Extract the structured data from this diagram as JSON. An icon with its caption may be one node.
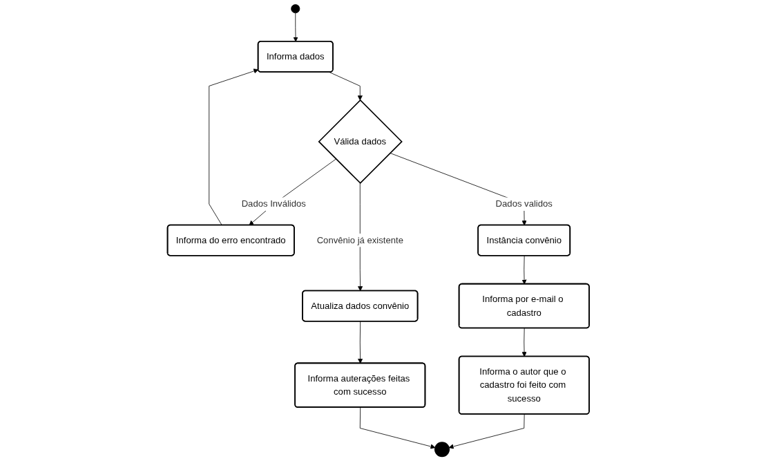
{
  "diagram": {
    "nodes": [
      {
        "text": [],
        "shape": "circle"
      },
      {
        "text": [
          "Informa dados"
        ]
      },
      {
        "text": [
          "Informa do erro encontrado"
        ]
      },
      {
        "text": [
          "Válida dados"
        ]
      },
      {
        "text": [
          "Instância convênio"
        ]
      },
      {
        "text": [
          "Atualiza dados convênio"
        ]
      },
      {
        "text": [
          "Informa por e-mail o cadastro"
        ]
      },
      {
        "text": [
          "Informa o autor que o cadastro foi feito com sucesso"
        ]
      },
      {
        "text": [],
        "shape": "circle"
      },
      {
        "text": [
          "Informa auterações feitas com sucesso"
        ]
      }
    ],
    "edges": [
      {
        "from": 0,
        "to": 1,
        "arrow": "to"
      },
      {
        "from": 2,
        "to": 1,
        "arrow": "to"
      },
      {
        "from": 1,
        "to": 3,
        "arrow": "to"
      },
      {
        "from": 3,
        "to": 4,
        "arrow": "to",
        "label": "Dados validos"
      },
      {
        "from": 3,
        "to": 2,
        "arrow": "to",
        "label": "Dados Inválidos"
      },
      {
        "from": 3,
        "to": 5,
        "arrow": "to",
        "label": "Convênio já existente"
      },
      {
        "from": 4,
        "to": 6,
        "arrow": "to"
      },
      {
        "from": 6,
        "to": 7,
        "arrow": "to"
      },
      {
        "from": 7,
        "to": 8,
        "arrow": "to"
      },
      {
        "from": 5,
        "to": 9,
        "arrow": "to"
      },
      {
        "from": 9,
        "to": 8,
        "arrow": "to"
      }
    ]
  }
}
